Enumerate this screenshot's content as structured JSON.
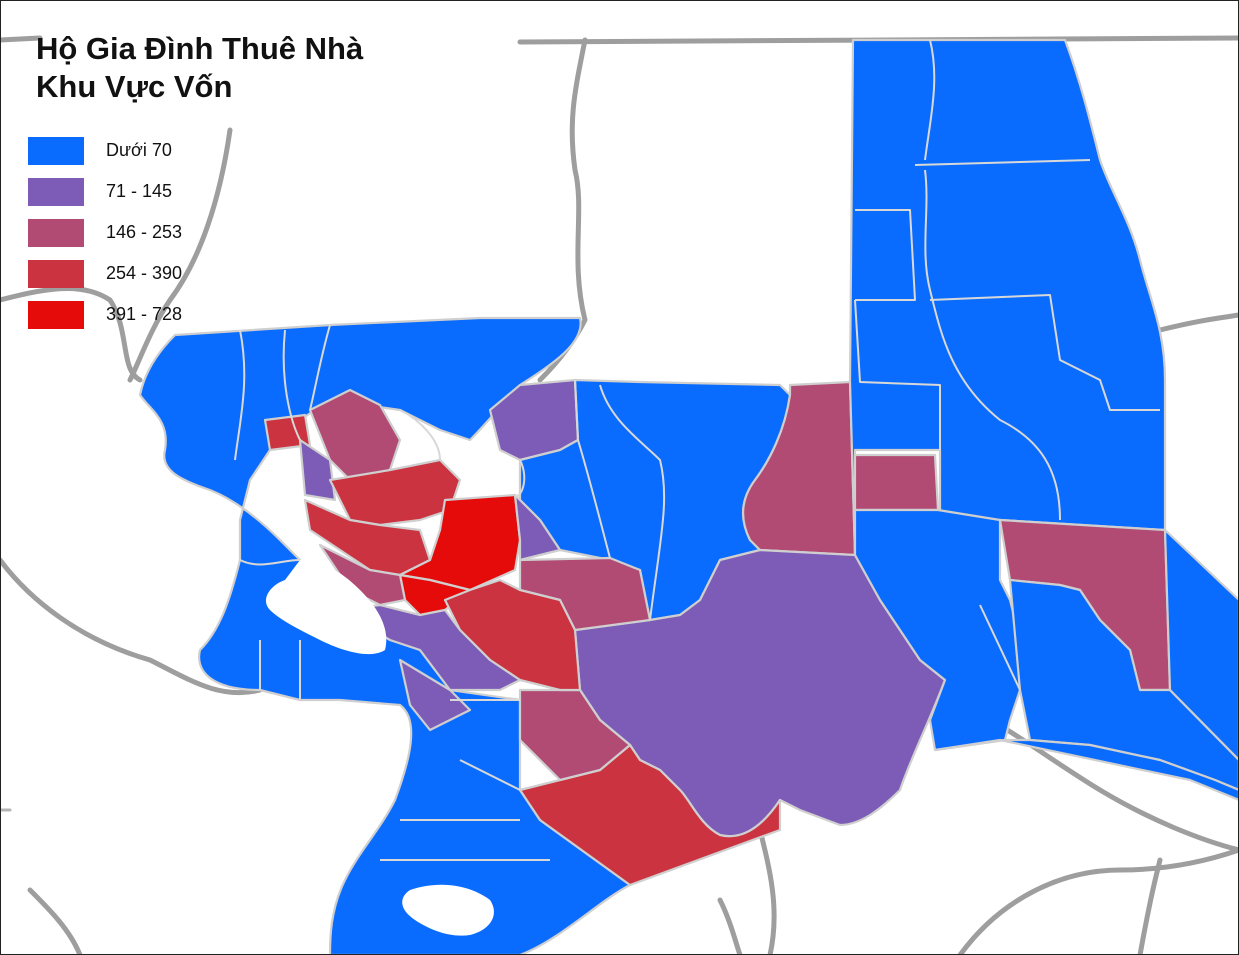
{
  "title": {
    "line1": "Hộ Gia Đình Thuê Nhà",
    "line2": "Khu Vực Vốn"
  },
  "legend": {
    "items": [
      {
        "label": "Dưới 70",
        "color": "#0a6cff"
      },
      {
        "label": "71 - 145",
        "color": "#7d5cb8"
      },
      {
        "label": "146 - 253",
        "color": "#b24b74"
      },
      {
        "label": "254 - 390",
        "color": "#cc3340"
      },
      {
        "label": "391 - 728",
        "color": "#e60b0b"
      }
    ]
  },
  "colors": {
    "background": "#ffffff",
    "boundary": "#cfcfcf",
    "roads": "#9e9e9e"
  }
}
